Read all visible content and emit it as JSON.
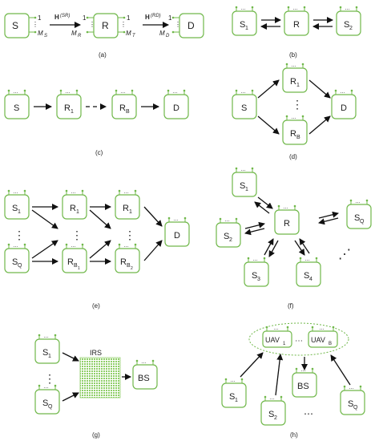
{
  "panels": {
    "a": {
      "label": "(a)",
      "nodes": {
        "S": "S",
        "R": "R",
        "D": "D"
      },
      "channel_sr": "H",
      "channel_sr_sup": "(SR)",
      "channel_rd": "H",
      "channel_rd_sup": "(RD)",
      "one_s": "1",
      "one_r": "1",
      "one_rt": "1",
      "one_d": "1",
      "ms": "M",
      "ms_sub": "S",
      "mr": "M",
      "mr_sub": "R",
      "mt": "M",
      "mt_sub": "T",
      "md": "M",
      "md_sub": "D"
    },
    "b": {
      "label": "(b)",
      "s1": "S",
      "s1_sub": "1",
      "r": "R",
      "s2": "S",
      "s2_sub": "2"
    },
    "c": {
      "label": "(c)",
      "s": "S",
      "r1": "R",
      "r1_sub": "1",
      "rb": "R",
      "rb_sub": "B",
      "d": "D"
    },
    "d": {
      "label": "(d)",
      "s": "S",
      "r1": "R",
      "r1_sub": "1",
      "rb": "R",
      "rb_sub": "B",
      "d": "D",
      "dots": "⋮"
    },
    "e": {
      "label": "(e)",
      "s1": "S",
      "s1_sub": "1",
      "sq": "S",
      "sq_sub": "Q",
      "r1a": "R",
      "r1a_sub": "1",
      "rb1": "R",
      "rb1_sub": "B",
      "rb1_subsub": "1",
      "r1b": "R",
      "r1b_sub": "1",
      "rb2": "R",
      "rb2_sub": "B",
      "rb2_subsub": "2",
      "d": "D",
      "dots": "⋮"
    },
    "f": {
      "label": "(f)",
      "s1": "S",
      "s1_sub": "1",
      "s2": "S",
      "s2_sub": "2",
      "s3": "S",
      "s3_sub": "3",
      "s4": "S",
      "s4_sub": "4",
      "sq": "S",
      "sq_sub": "Q",
      "r": "R",
      "dots": "⋰"
    },
    "g": {
      "label": "(g)",
      "s1": "S",
      "s1_sub": "1",
      "sq": "S",
      "sq_sub": "Q",
      "irs": "IRS",
      "bs": "BS",
      "dots": "⋮"
    },
    "h": {
      "label": "(h)",
      "uav1": "UAV",
      "uav1_sub": "1",
      "uavb": "UAV",
      "uavb_sub": "B",
      "uav_dots": "⋯",
      "bs": "BS",
      "s1": "S",
      "s1_sub": "1",
      "s2": "S",
      "s2_sub": "2",
      "sq": "S",
      "sq_sub": "Q",
      "dots": "⋯"
    }
  },
  "colors": {
    "node_border": "#70b84a",
    "irs_fill": "#9fd67a",
    "arrow": "#111111"
  }
}
